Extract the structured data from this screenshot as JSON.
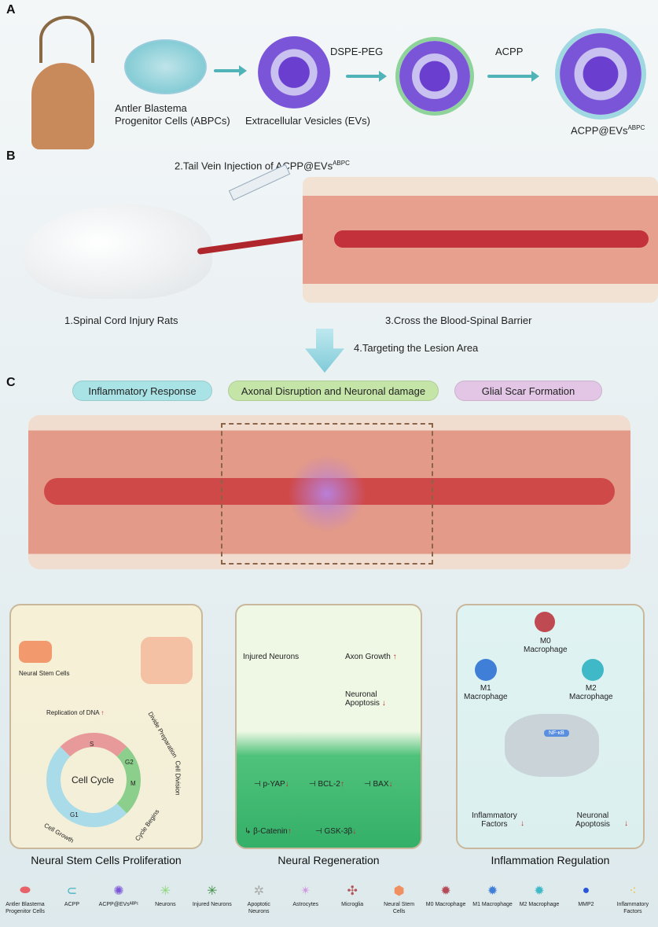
{
  "section_a": {
    "letter": "A",
    "abpc": "Antler Blastema\nProgenitor Cells (ABPCs)",
    "evs": "Extracellular Vesicles (EVs)",
    "dspe": "DSPE-PEG",
    "acpp": "ACPP",
    "product": "ACPP@EVs",
    "product_sup": "ABPC"
  },
  "section_b": {
    "letter": "B",
    "injection": "2.Tail Vein Injection of ACPP@EVs",
    "injection_sup": "ABPC",
    "rats": "1.Spinal Cord Injury Rats",
    "barrier": "3.Cross the Blood-Spinal Barrier",
    "target": "4.Targeting the Lesion Area"
  },
  "section_c": {
    "letter": "C",
    "pills": [
      {
        "label": "Inflammatory Response",
        "color": "#a9e3e6"
      },
      {
        "label": "Axonal Disruption and Neuronal damage",
        "color": "#c5e5a8"
      },
      {
        "label": "Glial Scar Formation",
        "color": "#e3c6e6"
      }
    ]
  },
  "panel1": {
    "title": "Neural Stem Cells Proliferation",
    "nsc": "Neural Stem Cells",
    "dna": "Replication of DNA",
    "cycle": "Cell Cycle",
    "phases": [
      "S",
      "G2",
      "M",
      "G1"
    ],
    "divide_prep": "Divide Preparation",
    "division": "Cell Division",
    "begins": "Cycle Begins",
    "growth": "Cell Growth"
  },
  "panel2": {
    "title": "Neural Regeneration",
    "injured": "Injured Neurons",
    "axon": "Axon Growth",
    "apoptosis": "Neuronal Apoptosis",
    "pyap": "p-YAP",
    "bcl2": "BCL-2",
    "bax": "BAX",
    "bcat": "β-Catenin",
    "gsk": "GSK-3β"
  },
  "panel3": {
    "title": "Inflammation Regulation",
    "m0": "M0\nMacrophage",
    "m1": "M1\nMacrophage",
    "m2": "M2\nMacrophage",
    "nfkb": "NF-κB",
    "factors": "Inflammatory\nFactors",
    "apoptosis": "Neuronal\nApoptosis"
  },
  "arrows": {
    "up": "↑",
    "down": "↓"
  },
  "legend": [
    {
      "label": "Antler Blastema Progenitor Cells",
      "icon": "abpc-cell",
      "color": "#e8626a"
    },
    {
      "label": "ACPP",
      "icon": "magnet",
      "color": "#3aaec0"
    },
    {
      "label": "ACPP@EVsᴬᴮᴾᶜ",
      "icon": "vesicle",
      "color": "#7b55d8"
    },
    {
      "label": "Neurons",
      "icon": "neuron",
      "color": "#8fd77a"
    },
    {
      "label": "Injured Neurons",
      "icon": "injured-neuron",
      "color": "#3f8f45"
    },
    {
      "label": "Apoptotic Neurons",
      "icon": "apoptotic-neuron",
      "color": "#aaaaaa"
    },
    {
      "label": "Astrocytes",
      "icon": "astrocyte",
      "color": "#d49ae0"
    },
    {
      "label": "Microglia",
      "icon": "microglia",
      "color": "#b4565a"
    },
    {
      "label": "Neural Stem Cells",
      "icon": "stem-cells",
      "color": "#f09060"
    },
    {
      "label": "M0 Macrophage",
      "icon": "m0",
      "color": "#b44a55"
    },
    {
      "label": "M1 Macrophage",
      "icon": "m1",
      "color": "#3f7fd8"
    },
    {
      "label": "M2 Macrophage",
      "icon": "m2",
      "color": "#3fb8c8"
    },
    {
      "label": "MMP2",
      "icon": "mmp2",
      "color": "#2b55d8"
    },
    {
      "label": "Inflammatory Factors",
      "icon": "factors",
      "color": "#e8c43a"
    }
  ]
}
